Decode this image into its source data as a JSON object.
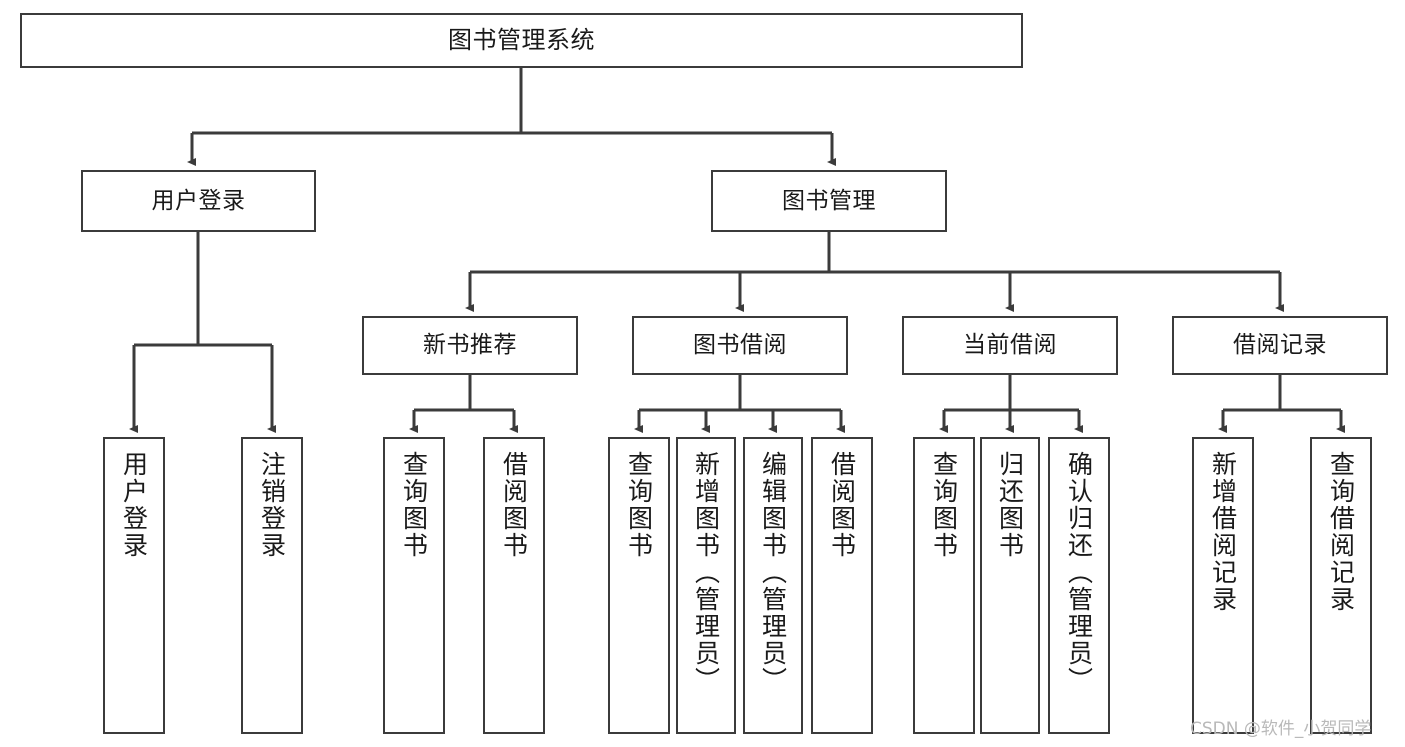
{
  "diagram": {
    "title": "图书管理系统",
    "type": "tree",
    "colors": {
      "box_border": "#3b3b3b",
      "box_fill": "#ffffff",
      "edge": "#3b3b3b",
      "text": "#1a1a1a",
      "watermark": "#b9b9b9",
      "background": "#ffffff"
    },
    "root": {
      "label": "图书管理系统"
    },
    "level2": [
      {
        "label": "用户登录"
      },
      {
        "label": "图书管理"
      }
    ],
    "level3": [
      {
        "label": "新书推荐"
      },
      {
        "label": "图书借阅"
      },
      {
        "label": "当前借阅"
      },
      {
        "label": "借阅记录"
      }
    ],
    "leaves": {
      "user_login": [
        {
          "label": "用户登录"
        },
        {
          "label": "注销登录"
        }
      ],
      "new_book_recommend": [
        {
          "label": "查询图书"
        },
        {
          "label": "借阅图书"
        }
      ],
      "book_borrow": [
        {
          "label": "查询图书"
        },
        {
          "label": "新增图书（管理员）"
        },
        {
          "label": "编辑图书（管理员）"
        },
        {
          "label": "借阅图书"
        }
      ],
      "current_borrow": [
        {
          "label": "查询图书"
        },
        {
          "label": "归还图书"
        },
        {
          "label": "确认归还（管理员）"
        }
      ],
      "borrow_record": [
        {
          "label": "新增借阅记录"
        },
        {
          "label": "查询借阅记录"
        }
      ]
    }
  },
  "watermark": {
    "text": "CSDN @软件_小贺同学"
  }
}
